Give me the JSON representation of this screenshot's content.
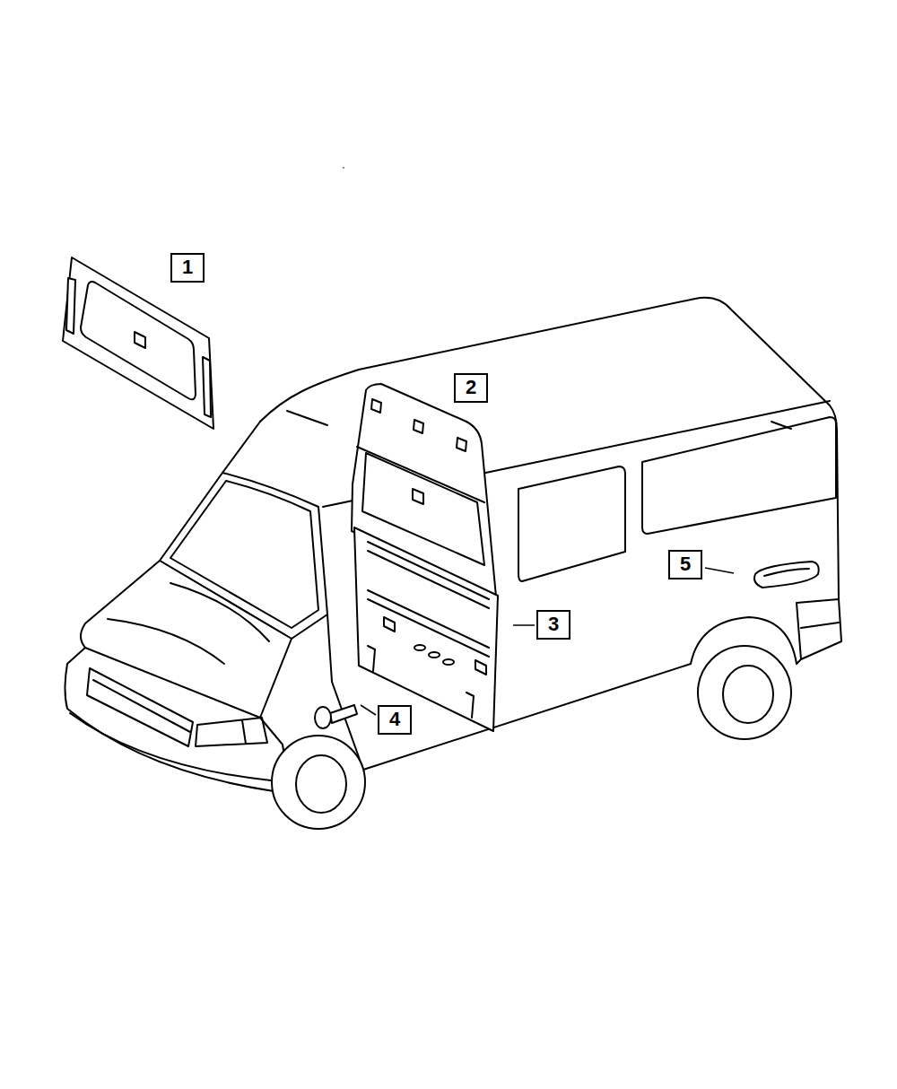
{
  "diagram": {
    "nodes": [
      {
        "text": [
          "1"
        ]
      },
      {
        "text": [
          "2"
        ]
      },
      {
        "text": [
          "5"
        ]
      },
      {
        "text": [
          "3"
        ]
      },
      {
        "text": [
          "4"
        ]
      }
    ]
  }
}
